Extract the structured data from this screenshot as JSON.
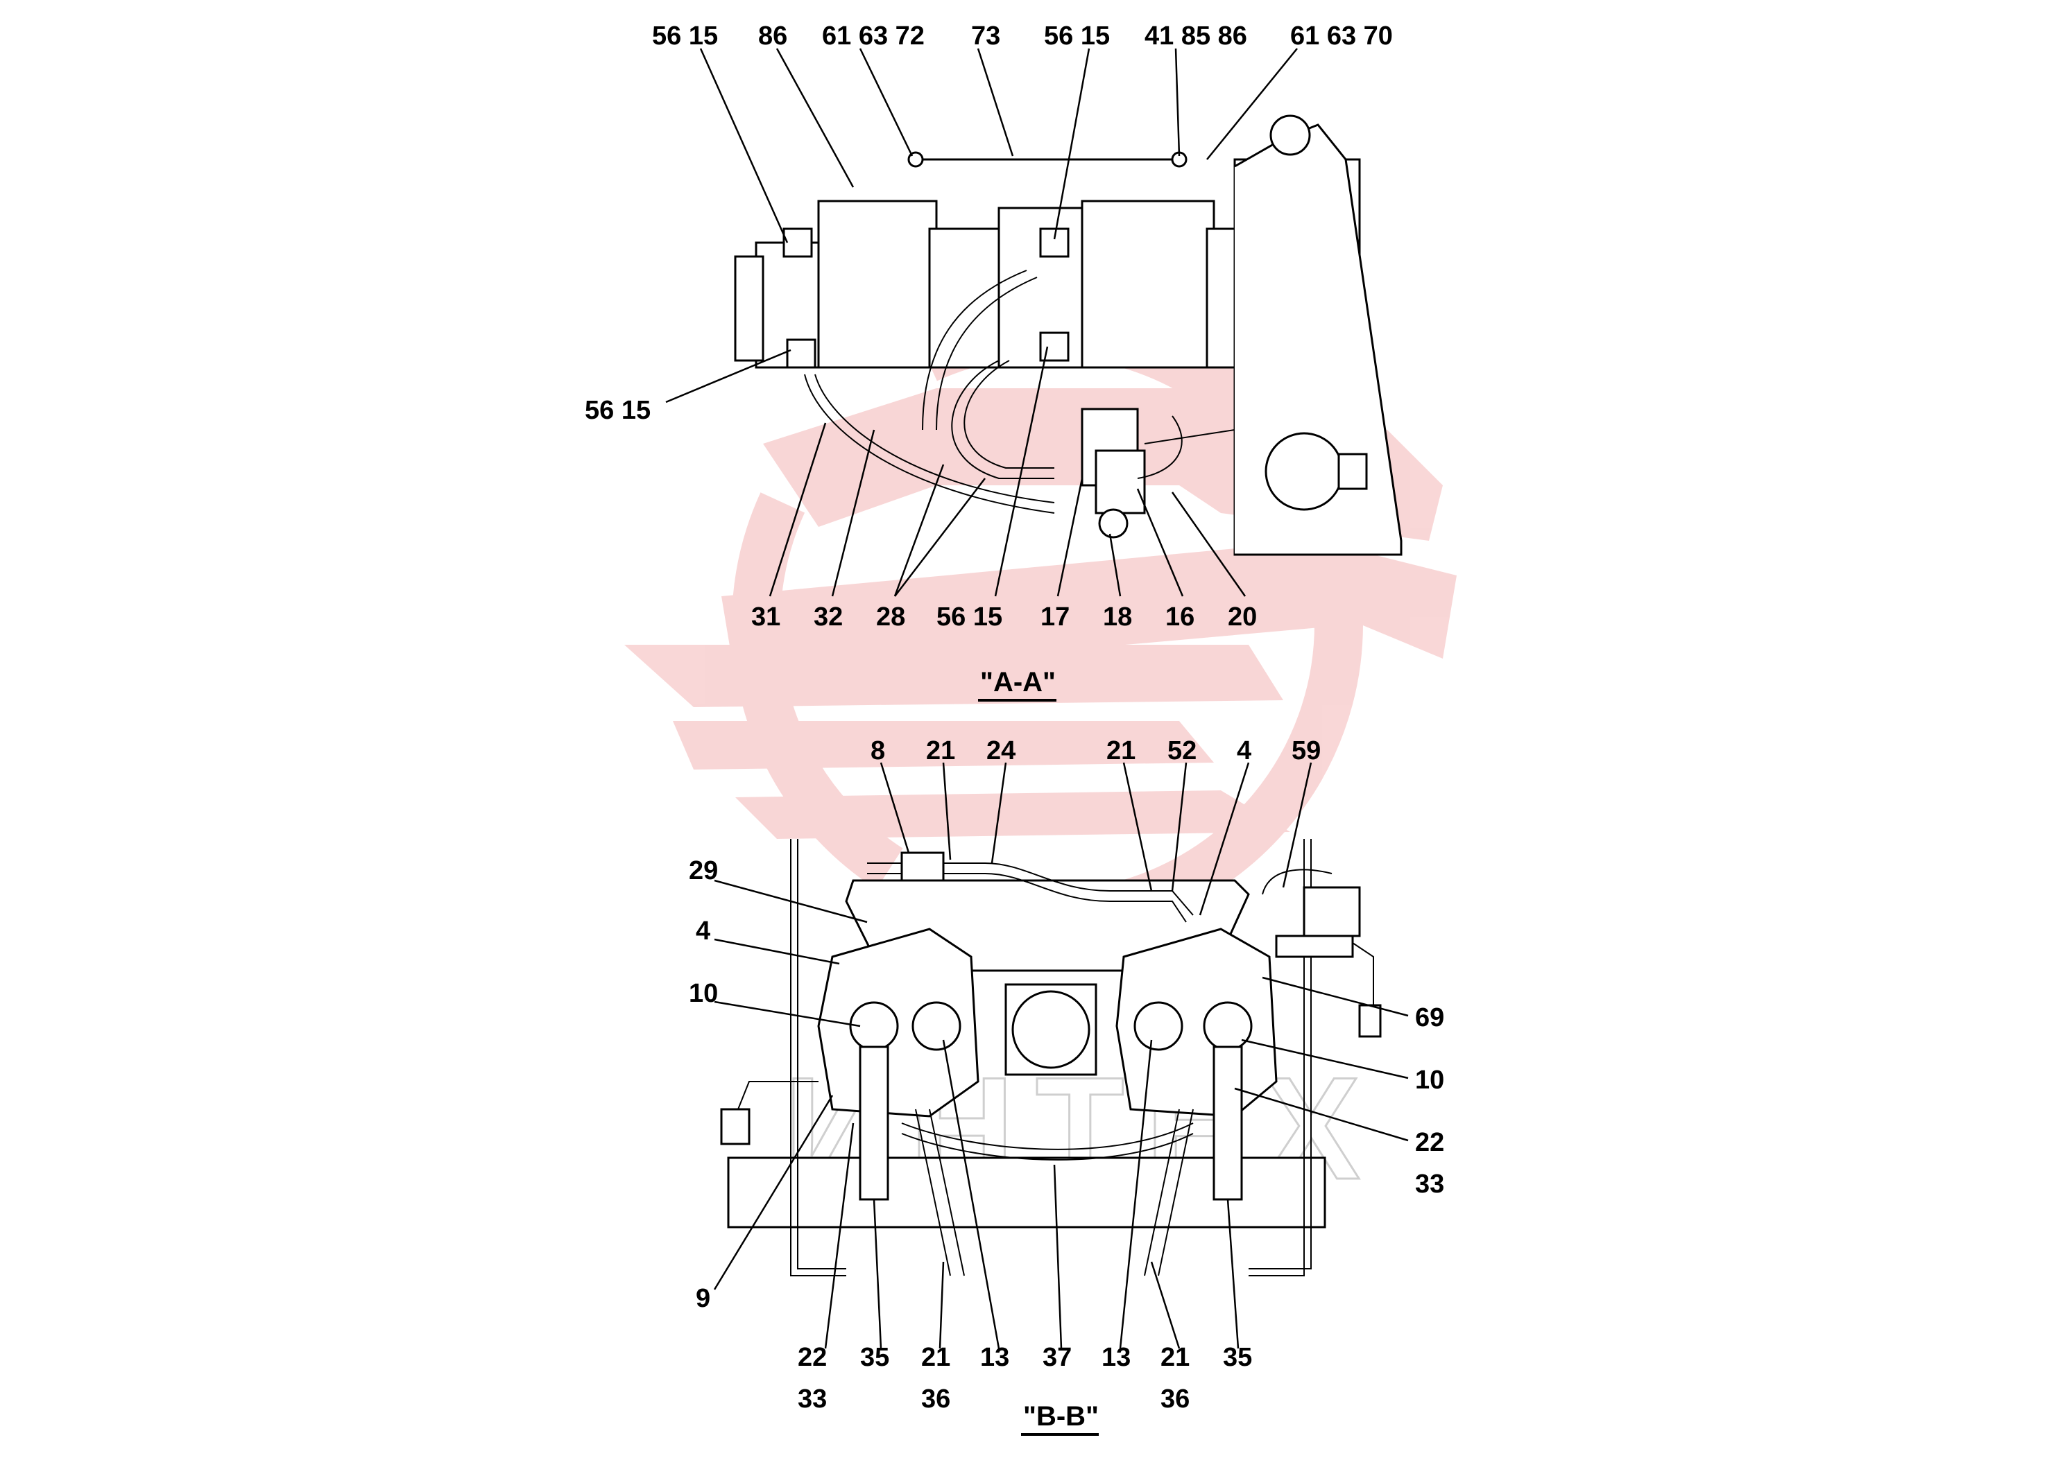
{
  "views": [
    {
      "title": "\"A-A\"",
      "callouts": [
        "56 15",
        "86",
        "61 63 72",
        "73",
        "56 15",
        "41 85 86",
        "61 63 70",
        "56 15",
        "31",
        "32",
        "28",
        "56 15",
        "17",
        "18",
        "16",
        "20"
      ]
    },
    {
      "title": "\"B-B\"",
      "callouts": [
        "8",
        "21",
        "24",
        "21",
        "52",
        "4",
        "59",
        "29",
        "4",
        "10",
        "69",
        "10",
        "22",
        "33",
        "9",
        "22",
        "33",
        "35",
        "21",
        "36",
        "13",
        "37",
        "13",
        "21",
        "36",
        "35"
      ]
    }
  ],
  "watermark": {
    "text": "ИНТЕХ",
    "colors": {
      "logo": "#f4b6b6",
      "text": "#cfcfcf"
    }
  }
}
